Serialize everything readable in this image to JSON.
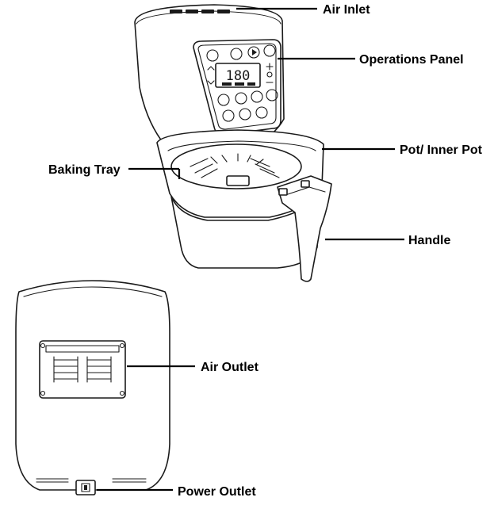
{
  "labels": {
    "air_inlet": "Air Inlet",
    "operations_panel": "Operations Panel",
    "pot_inner_pot": "Pot/ Inner Pot",
    "baking_tray": "Baking Tray",
    "handle": "Handle",
    "air_outlet": "Air Outlet",
    "power_outlet": "Power Outlet"
  },
  "display": {
    "temperature": "180"
  },
  "colors": {
    "ink": "#1a1a1a",
    "paper": "#ffffff"
  }
}
